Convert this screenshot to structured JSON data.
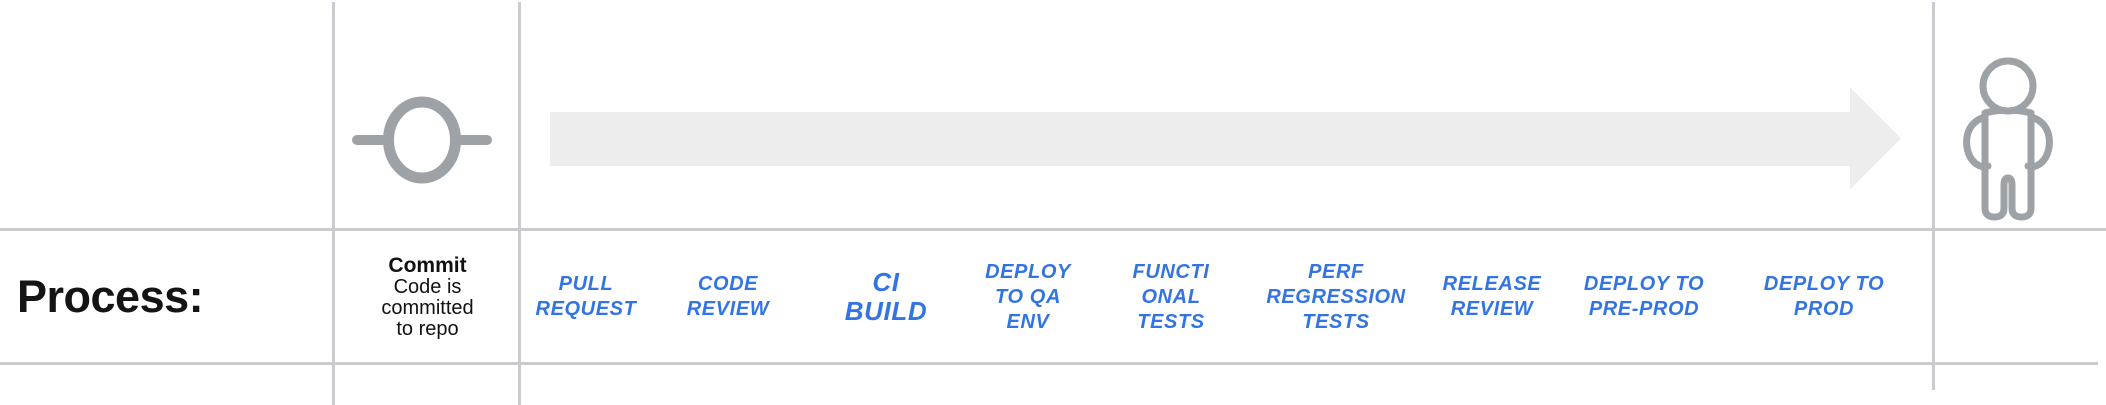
{
  "row": {
    "label": "Process:"
  },
  "commit": {
    "title": "Commit",
    "description": "Code is\ncommitted\nto repo"
  },
  "steps": [
    {
      "id": "pull-request",
      "text": "PULL\nREQUEST"
    },
    {
      "id": "code-review",
      "text": "CODE\nREVIEW"
    },
    {
      "id": "ci-build",
      "text": "CI\nBUILD"
    },
    {
      "id": "deploy-to-qa-env",
      "text": "DEPLOY\nTO QA\nENV"
    },
    {
      "id": "functional-tests",
      "text": "FUNCTI\nONAL\nTESTS"
    },
    {
      "id": "perf-regression-tests",
      "text": "PERF\nREGRESSION\nTESTS"
    },
    {
      "id": "release-review",
      "text": "RELEASE\nREVIEW"
    },
    {
      "id": "deploy-to-pre-prod",
      "text": "DEPLOY TO\nPRE-PROD"
    },
    {
      "id": "deploy-to-prod",
      "text": "DEPLOY TO\nPROD"
    }
  ],
  "icons": {
    "commit_node": "commit-node-icon",
    "arrow": "flow-arrow-icon",
    "person": "person-icon"
  },
  "colors": {
    "step_text": "#3374e3",
    "icon_gray": "#9da2a6",
    "grid_line": "#c9cbce",
    "arrow_fill": "#ededed",
    "label_text": "#141414"
  }
}
